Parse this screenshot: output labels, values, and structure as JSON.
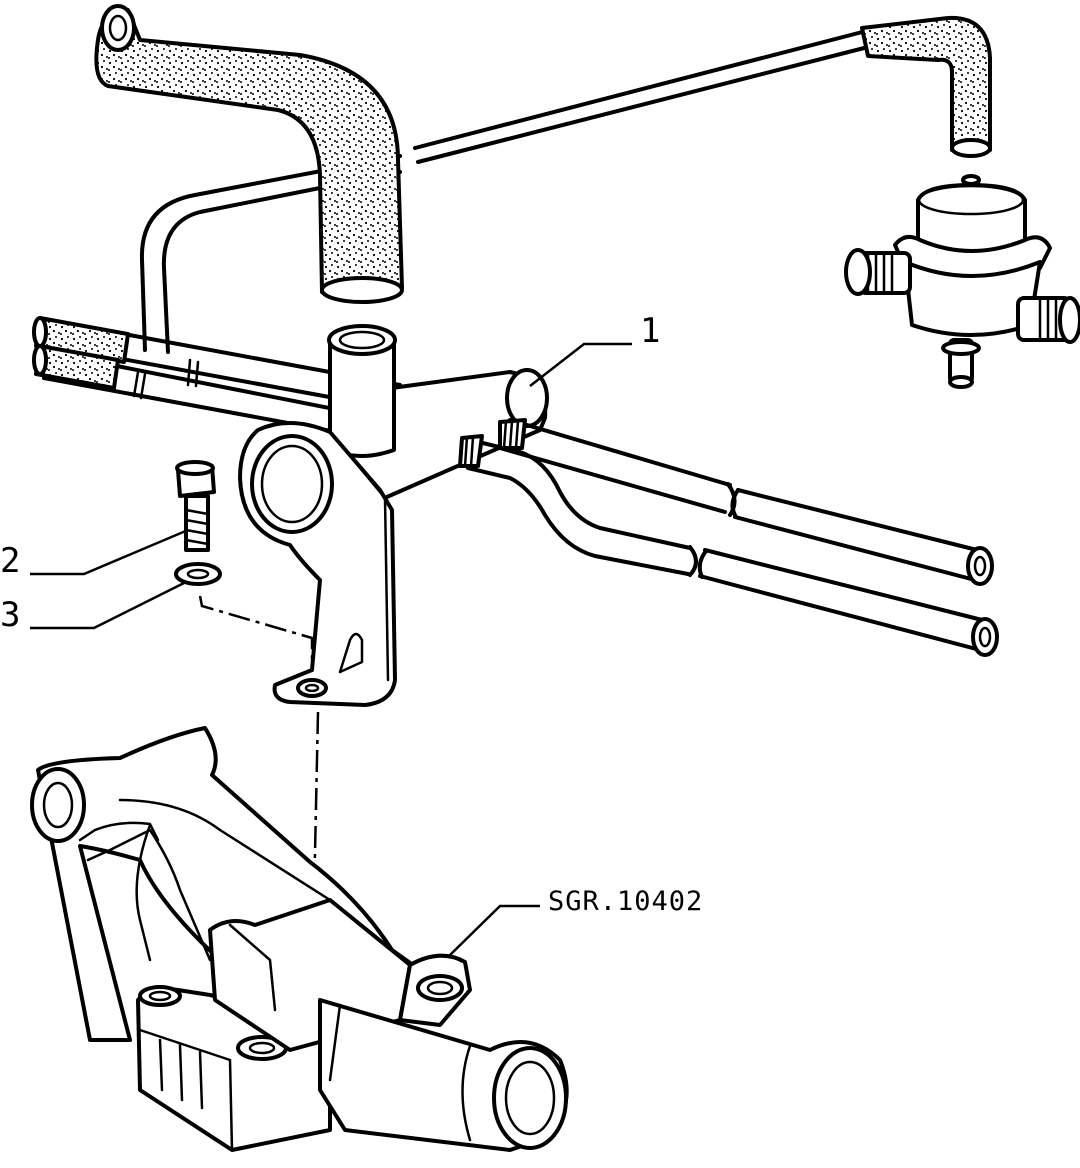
{
  "callouts": [
    {
      "id": "1",
      "label": "1"
    },
    {
      "id": "2",
      "label": "2"
    },
    {
      "id": "3",
      "label": "3"
    }
  ],
  "drawing_code": "SGR.10402",
  "colors": {
    "ink": "#000000",
    "paper": "#ffffff"
  }
}
